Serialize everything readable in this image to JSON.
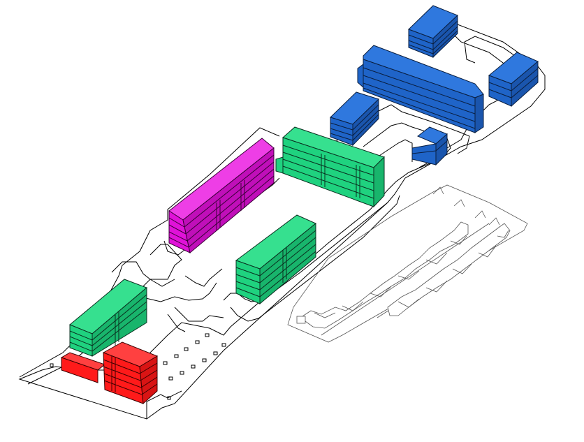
{
  "diagram": {
    "kind": "isometric site plan",
    "background": "#ffffff",
    "line_color": "#000000",
    "block_colors": {
      "blue": "#1f64c8",
      "blue_side": "#1a55ad",
      "green": "#1fd27f",
      "green_side": "#18b56c",
      "magenta": "#e012d8",
      "magenta_side": "#c00fb9",
      "red": "#ff1a1a",
      "red_side": "#d91414",
      "existing": "#ffffff"
    },
    "building_groups": [
      {
        "id": "blue-group",
        "color": "blue",
        "count": 6
      },
      {
        "id": "green-group",
        "color": "green",
        "count": 3
      },
      {
        "id": "magenta-group",
        "color": "magenta",
        "count": 1
      },
      {
        "id": "red-group",
        "color": "red",
        "count": 2
      },
      {
        "id": "existing-houses",
        "color": "existing",
        "count": 2
      }
    ]
  }
}
